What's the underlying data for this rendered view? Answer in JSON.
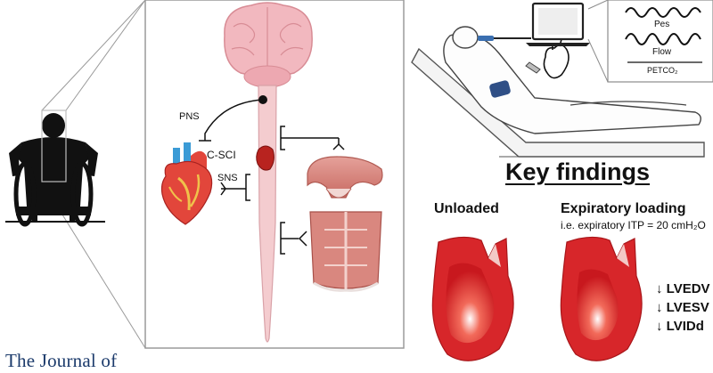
{
  "journal": {
    "text": "The Journal of"
  },
  "neuro": {
    "pns": "PNS",
    "csci": "C-SCI",
    "sns": "SNS"
  },
  "monitor": {
    "pes": "Pes",
    "flow": "Flow",
    "petco2": "PETCO₂"
  },
  "findings": {
    "title": "Key findings",
    "unloaded": "Unloaded",
    "expiratory_loading": "Expiratory loading",
    "expiratory_sub": "i.e. expiratory ITP = 20 cmH₂O",
    "items": [
      "↓ LVEDV",
      "↓ LVESV",
      "↓ LVIDd"
    ]
  },
  "colors": {
    "brain": "#f2b8bf",
    "spine": "#f4cccf",
    "heart_red": "#d9362f",
    "ventricle": "#d7262a",
    "frame": "#9a9a9a",
    "journal": "#1b3a6b"
  }
}
